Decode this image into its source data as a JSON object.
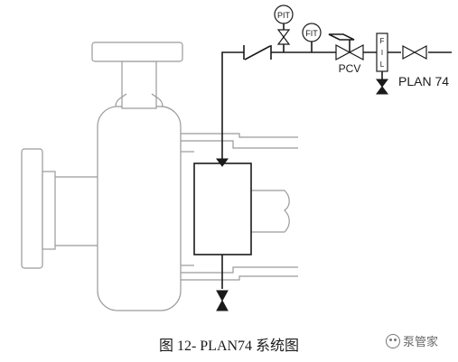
{
  "instruments": {
    "pit": "PIT",
    "fit": "FIT",
    "pcv": "PCV",
    "fil": [
      "F",
      "I",
      "L"
    ]
  },
  "plan_label": "PLAN 74",
  "caption": "图 12- PLAN74 系统图",
  "watermark": "泵管家",
  "colors": {
    "line": "#1a1a1a",
    "equipment": "#9a9a9a"
  }
}
